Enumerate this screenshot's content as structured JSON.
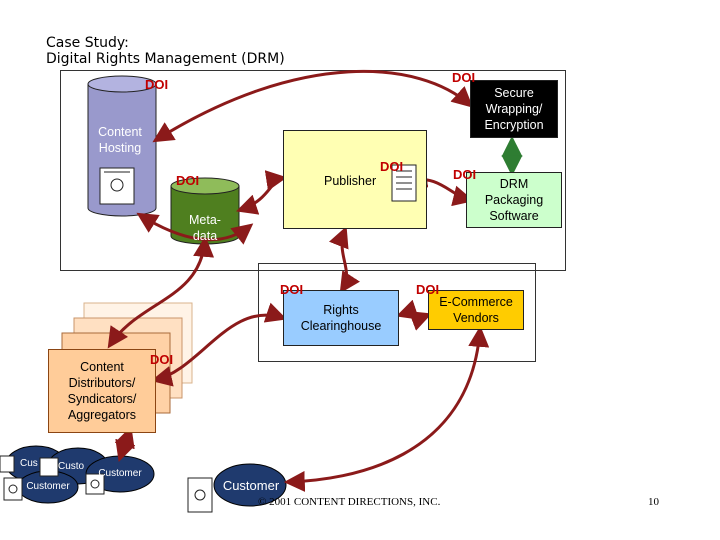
{
  "title": {
    "line1": "Case Study:",
    "line2": "Digital Rights Management (DRM)"
  },
  "nodes": {
    "content_hosting": "Content\nHosting",
    "metadata": "Meta-\ndata",
    "publisher": "Publisher",
    "secure_wrapping": "Secure\nWrapping/\nEncryption",
    "drm_software": "DRM\nPackaging\nSoftware",
    "rights_clearinghouse": "Rights\nClearinghouse",
    "ecommerce": "E-Commerce\nVendors",
    "distributors": "Content\nDistributors/\nSyndicators/\nAggregators",
    "customer_main": "Customer",
    "customer_small_1": "Customer",
    "customer_small_2": "Customer",
    "customer_small_3": "Cus",
    "customer_small_4": "Custo"
  },
  "doi_label": "DOI",
  "footer": {
    "copyright": "© 2001 CONTENT DIRECTIONS, INC.",
    "page_number": "10"
  },
  "colors": {
    "doi_red": "#c00000",
    "cylinder_purple": "#9999cc",
    "metadata_green": "#4f7f1f",
    "publisher_yellow": "#ffffb3",
    "secure_black": "#000000",
    "drm_green": "#ccffcc",
    "clearinghouse_blue": "#99ccff",
    "ecommerce_orange": "#ffcc00",
    "distributor_orange": "#ffcc99",
    "customer_blue": "#1f3a6e",
    "arrow_maroon": "#8b1a1a"
  }
}
